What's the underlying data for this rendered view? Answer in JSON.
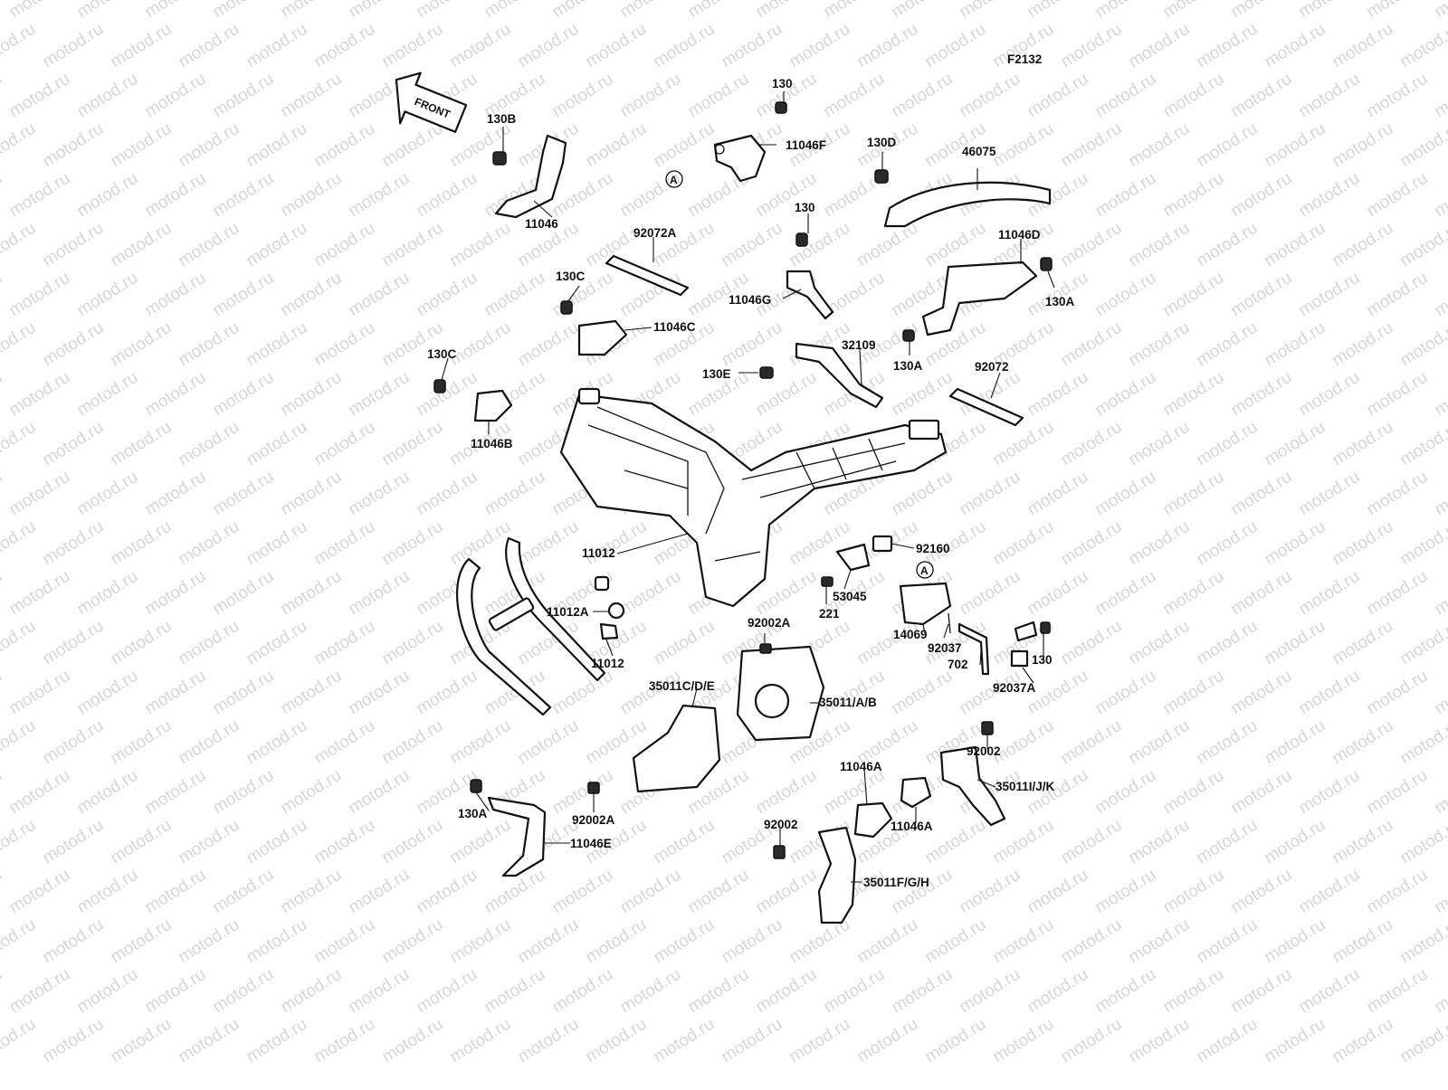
{
  "diagram_code": "F2132",
  "front_label": "FRONT",
  "watermark": "motod.ru",
  "ref_markers": [
    "A",
    "A"
  ],
  "labels": [
    "130",
    "11046F",
    "130B",
    "11046",
    "130D",
    "46075",
    "130",
    "92072A",
    "11046D",
    "130A",
    "130C",
    "11046G",
    "11046C",
    "130C",
    "130E",
    "32109",
    "130A",
    "92072",
    "11046B",
    "11012",
    "92160",
    "11012A",
    "53045",
    "221",
    "14069",
    "92037",
    "702",
    "130",
    "92037A",
    "11012",
    "92002A",
    "35011C/D/E",
    "35011/A/B",
    "92002",
    "11046A",
    "35011I/J/K",
    "130A",
    "92002A",
    "11046A",
    "11046E",
    "92002",
    "35011F/G/H"
  ]
}
